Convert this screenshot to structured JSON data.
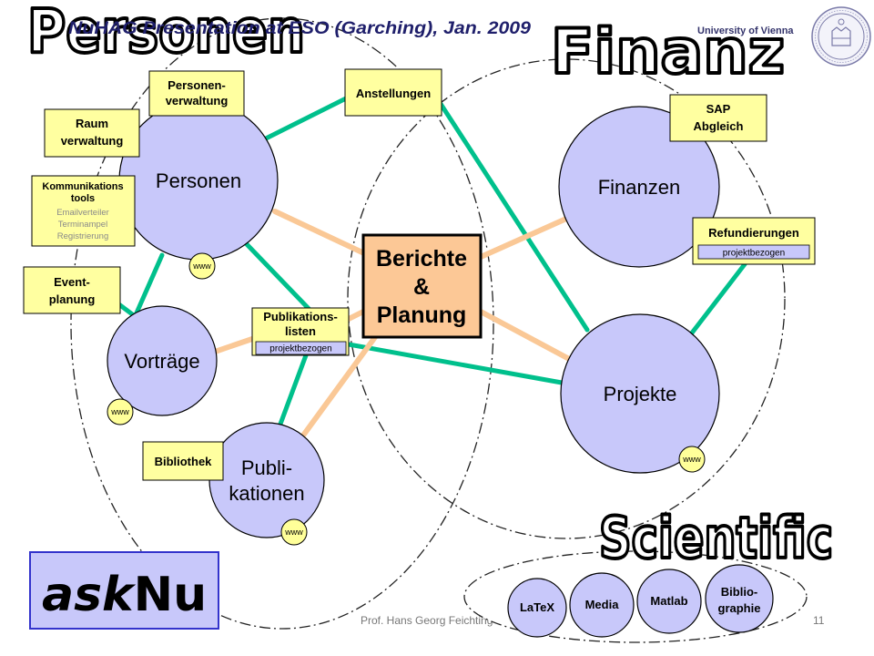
{
  "slide": {
    "header_title": "NuHAG Presentation at ESO (Garching), Jan. 2009",
    "university": "University of Vienna",
    "author": "Prof. Hans Georg Feichting",
    "page_number": "11"
  },
  "section_titles": {
    "personen": "Personen",
    "finanz": "Finanz",
    "scientific": "Scientific"
  },
  "center_box": {
    "line1": "Berichte",
    "line2": "&",
    "line3": "Planung"
  },
  "nodes": {
    "personen": "Personen",
    "finanzen": "Finanzen",
    "vortraege": "Vorträge",
    "projekte": "Projekte",
    "publikationen": {
      "line1": "Publi-",
      "line2": "kationen"
    }
  },
  "www_label": "www",
  "labels": {
    "personenverwaltung": {
      "line1": "Personen-",
      "line2": "verwaltung"
    },
    "raumverwaltung": {
      "line1": "Raum",
      "line2": "verwaltung"
    },
    "anstellungen": "Anstellungen",
    "kommunikation": {
      "line1": "Kommunikations",
      "line2": "tools",
      "sub1": "Emailverteiler",
      "sub2": "Terminampel",
      "sub3": "Registrierung"
    },
    "eventplanung": {
      "line1": "Event-",
      "line2": "planung"
    },
    "sap": {
      "line1": "SAP",
      "line2": "Abgleich"
    },
    "refundierungen": {
      "title": "Refundierungen",
      "tag": "projektbezogen"
    },
    "publikationslisten": {
      "line1": "Publikations-",
      "line2": "listen",
      "tag": "projektbezogen"
    },
    "bibliothek": "Bibliothek"
  },
  "scientific_tools": [
    {
      "line1": "LaTeX"
    },
    {
      "line1": "Media"
    },
    {
      "line1": "Matlab"
    },
    {
      "line1": "Biblio-",
      "line2": "graphie"
    }
  ],
  "logo": {
    "ask": "ask",
    "nu": "Nu"
  },
  "icons": {
    "seal": "university-seal-icon",
    "www": "www-link-icon"
  },
  "colors": {
    "green": "#00c08c",
    "orange": "#fac896",
    "node": "#c8c8fa",
    "label": "#ffffa0",
    "center": "#fcc896",
    "www": "#ffff99",
    "header": "#1f1f6b",
    "logo-border": "#3333cc"
  }
}
